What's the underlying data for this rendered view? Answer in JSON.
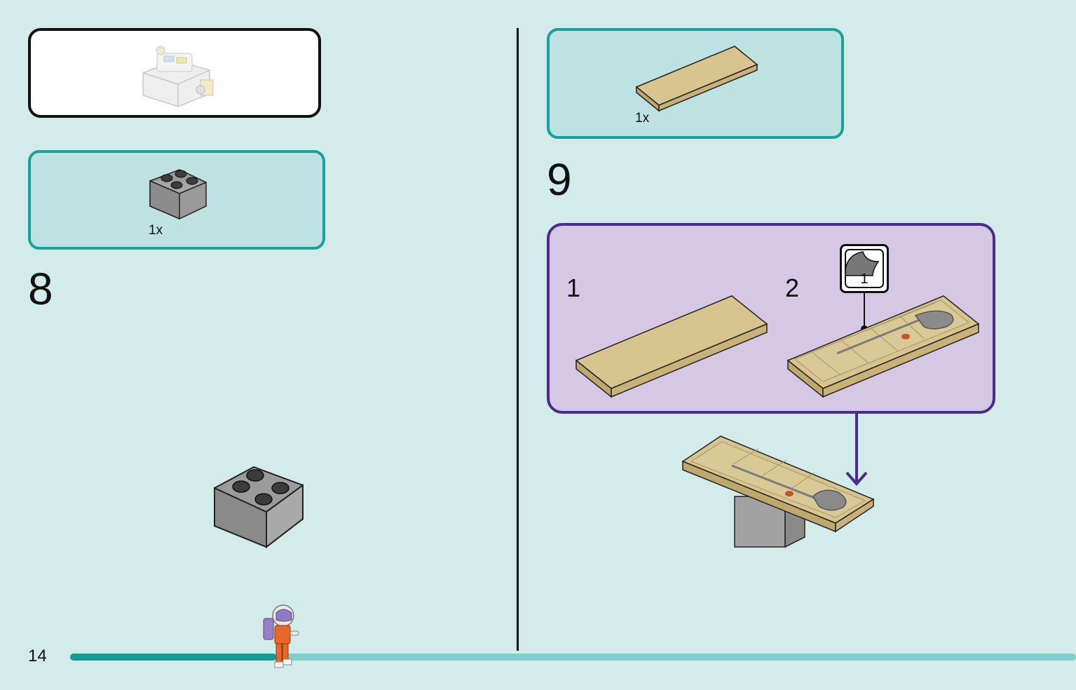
{
  "page": {
    "number": "14",
    "progress": 0.205
  },
  "left": {
    "preview": {
      "icon": "model-preview-icon"
    },
    "parts": {
      "quantity": "1x",
      "icon": "gray-2x2-brick-icon"
    },
    "step_number": "8"
  },
  "right": {
    "parts": {
      "quantity": "1x",
      "icon": "tan-tile-1x4-icon"
    },
    "step_number": "9",
    "substeps": {
      "first": "1",
      "second": "2",
      "sticker_number": "1"
    }
  },
  "colors": {
    "background": "#d3ebea",
    "parts_border": "#17a39c",
    "parts_fill": "#bde2e1",
    "substep_border": "#4a2c8a",
    "substep_fill": "#d6c7e5",
    "progress_fill": "#149b93",
    "progress_track": "#80cfca"
  }
}
